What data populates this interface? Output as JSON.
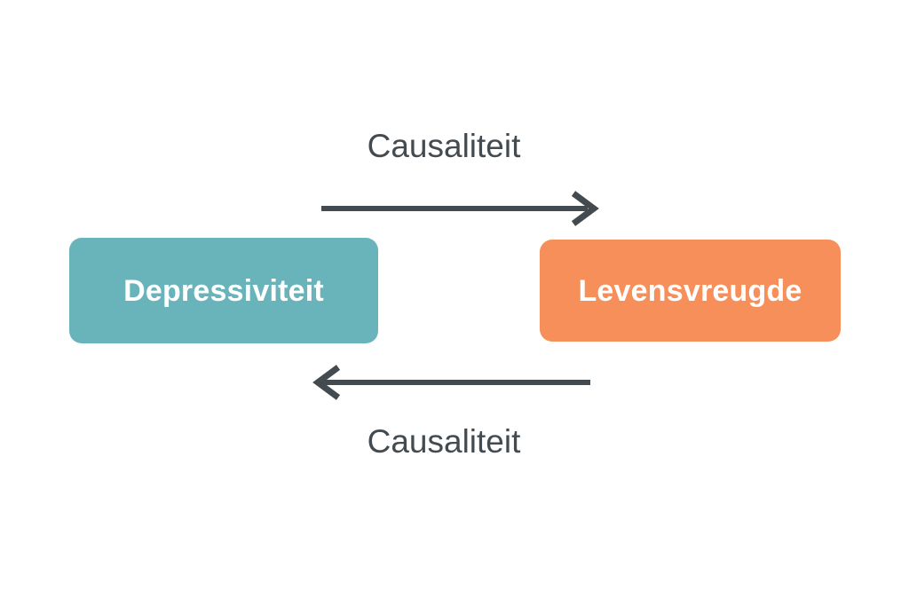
{
  "diagram": {
    "type": "bidirectional-causality",
    "background_color": "#ffffff",
    "nodes": [
      {
        "id": "cause",
        "label": "Depressiviteit",
        "fill_color": "#68B4BA",
        "text_color": "#ffffff"
      },
      {
        "id": "effect",
        "label": "Levensvreugde",
        "fill_color": "#F78F5A",
        "text_color": "#ffffff"
      }
    ],
    "edges": [
      {
        "id": "edge-top",
        "label": "Causaliteit",
        "direction": "left-to-right",
        "from": "Depressiviteit",
        "to": "Levensvreugde",
        "color": "#434B50"
      },
      {
        "id": "edge-bottom",
        "label": "Causaliteit",
        "direction": "right-to-left",
        "from": "Levensvreugde",
        "to": "Depressiviteit",
        "color": "#434B50"
      }
    ],
    "colors": {
      "teal": "#68B4BA",
      "orange": "#F78F5A",
      "slate": "#434B50",
      "white": "#ffffff"
    }
  }
}
